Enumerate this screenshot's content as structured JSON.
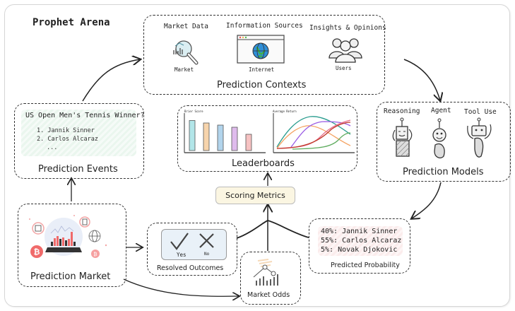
{
  "title": "Prophet Arena",
  "prediction_contexts": {
    "label": "Prediction Contexts",
    "sources": [
      {
        "heading": "Market Data",
        "icon": "magnifier-chart-icon",
        "caption": "Market"
      },
      {
        "heading": "Information Sources",
        "icon": "browser-globe-icon",
        "caption": "Internet"
      },
      {
        "heading": "Insights & Opinions",
        "icon": "users-icon",
        "caption": "Users"
      }
    ]
  },
  "prediction_events": {
    "label": "Prediction Events",
    "question": "US Open Men's Tennis Winner?",
    "options": [
      "1. Jannik Sinner",
      "2. Carlos Alcaraz",
      "..."
    ]
  },
  "leaderboards": {
    "label": "Leaderboards",
    "bar_chart_title": "Brier Score",
    "line_chart_title": "Average Return"
  },
  "prediction_models": {
    "label": "Prediction Models",
    "types": [
      {
        "heading": "Reasoning",
        "icon": "robot-reasoning-icon"
      },
      {
        "heading": "Agent",
        "icon": "robot-agent-icon"
      },
      {
        "heading": "Tool Use",
        "icon": "robot-tool-icon"
      }
    ]
  },
  "scoring_metrics": {
    "label": "Scoring Metrics"
  },
  "prediction_market": {
    "label": "Prediction Market",
    "icon": "crystal-ball-market-icon"
  },
  "resolved_outcomes": {
    "label": "Resolved Outcomes",
    "yes": "Yes",
    "no": "No"
  },
  "market_odds": {
    "label": "Market Odds"
  },
  "predicted_probability": {
    "label": "Predicted Probability",
    "rows": [
      "40%: Jannik Sinner",
      "55%: Carlos Alcaraz",
      "5%:  Novak Djokovic"
    ]
  },
  "colors": {
    "bars": [
      "#7fd3d8",
      "#f2b774",
      "#7fb8e0",
      "#c98ee0",
      "#f09a9a"
    ],
    "lines": [
      "#2a9d8f",
      "#f4a261",
      "#9b5de5",
      "#e76f8a",
      "#5dab5d",
      "#c0392b"
    ],
    "accent_red": "#f07070",
    "scoring_bg": "#fbf6e2"
  }
}
